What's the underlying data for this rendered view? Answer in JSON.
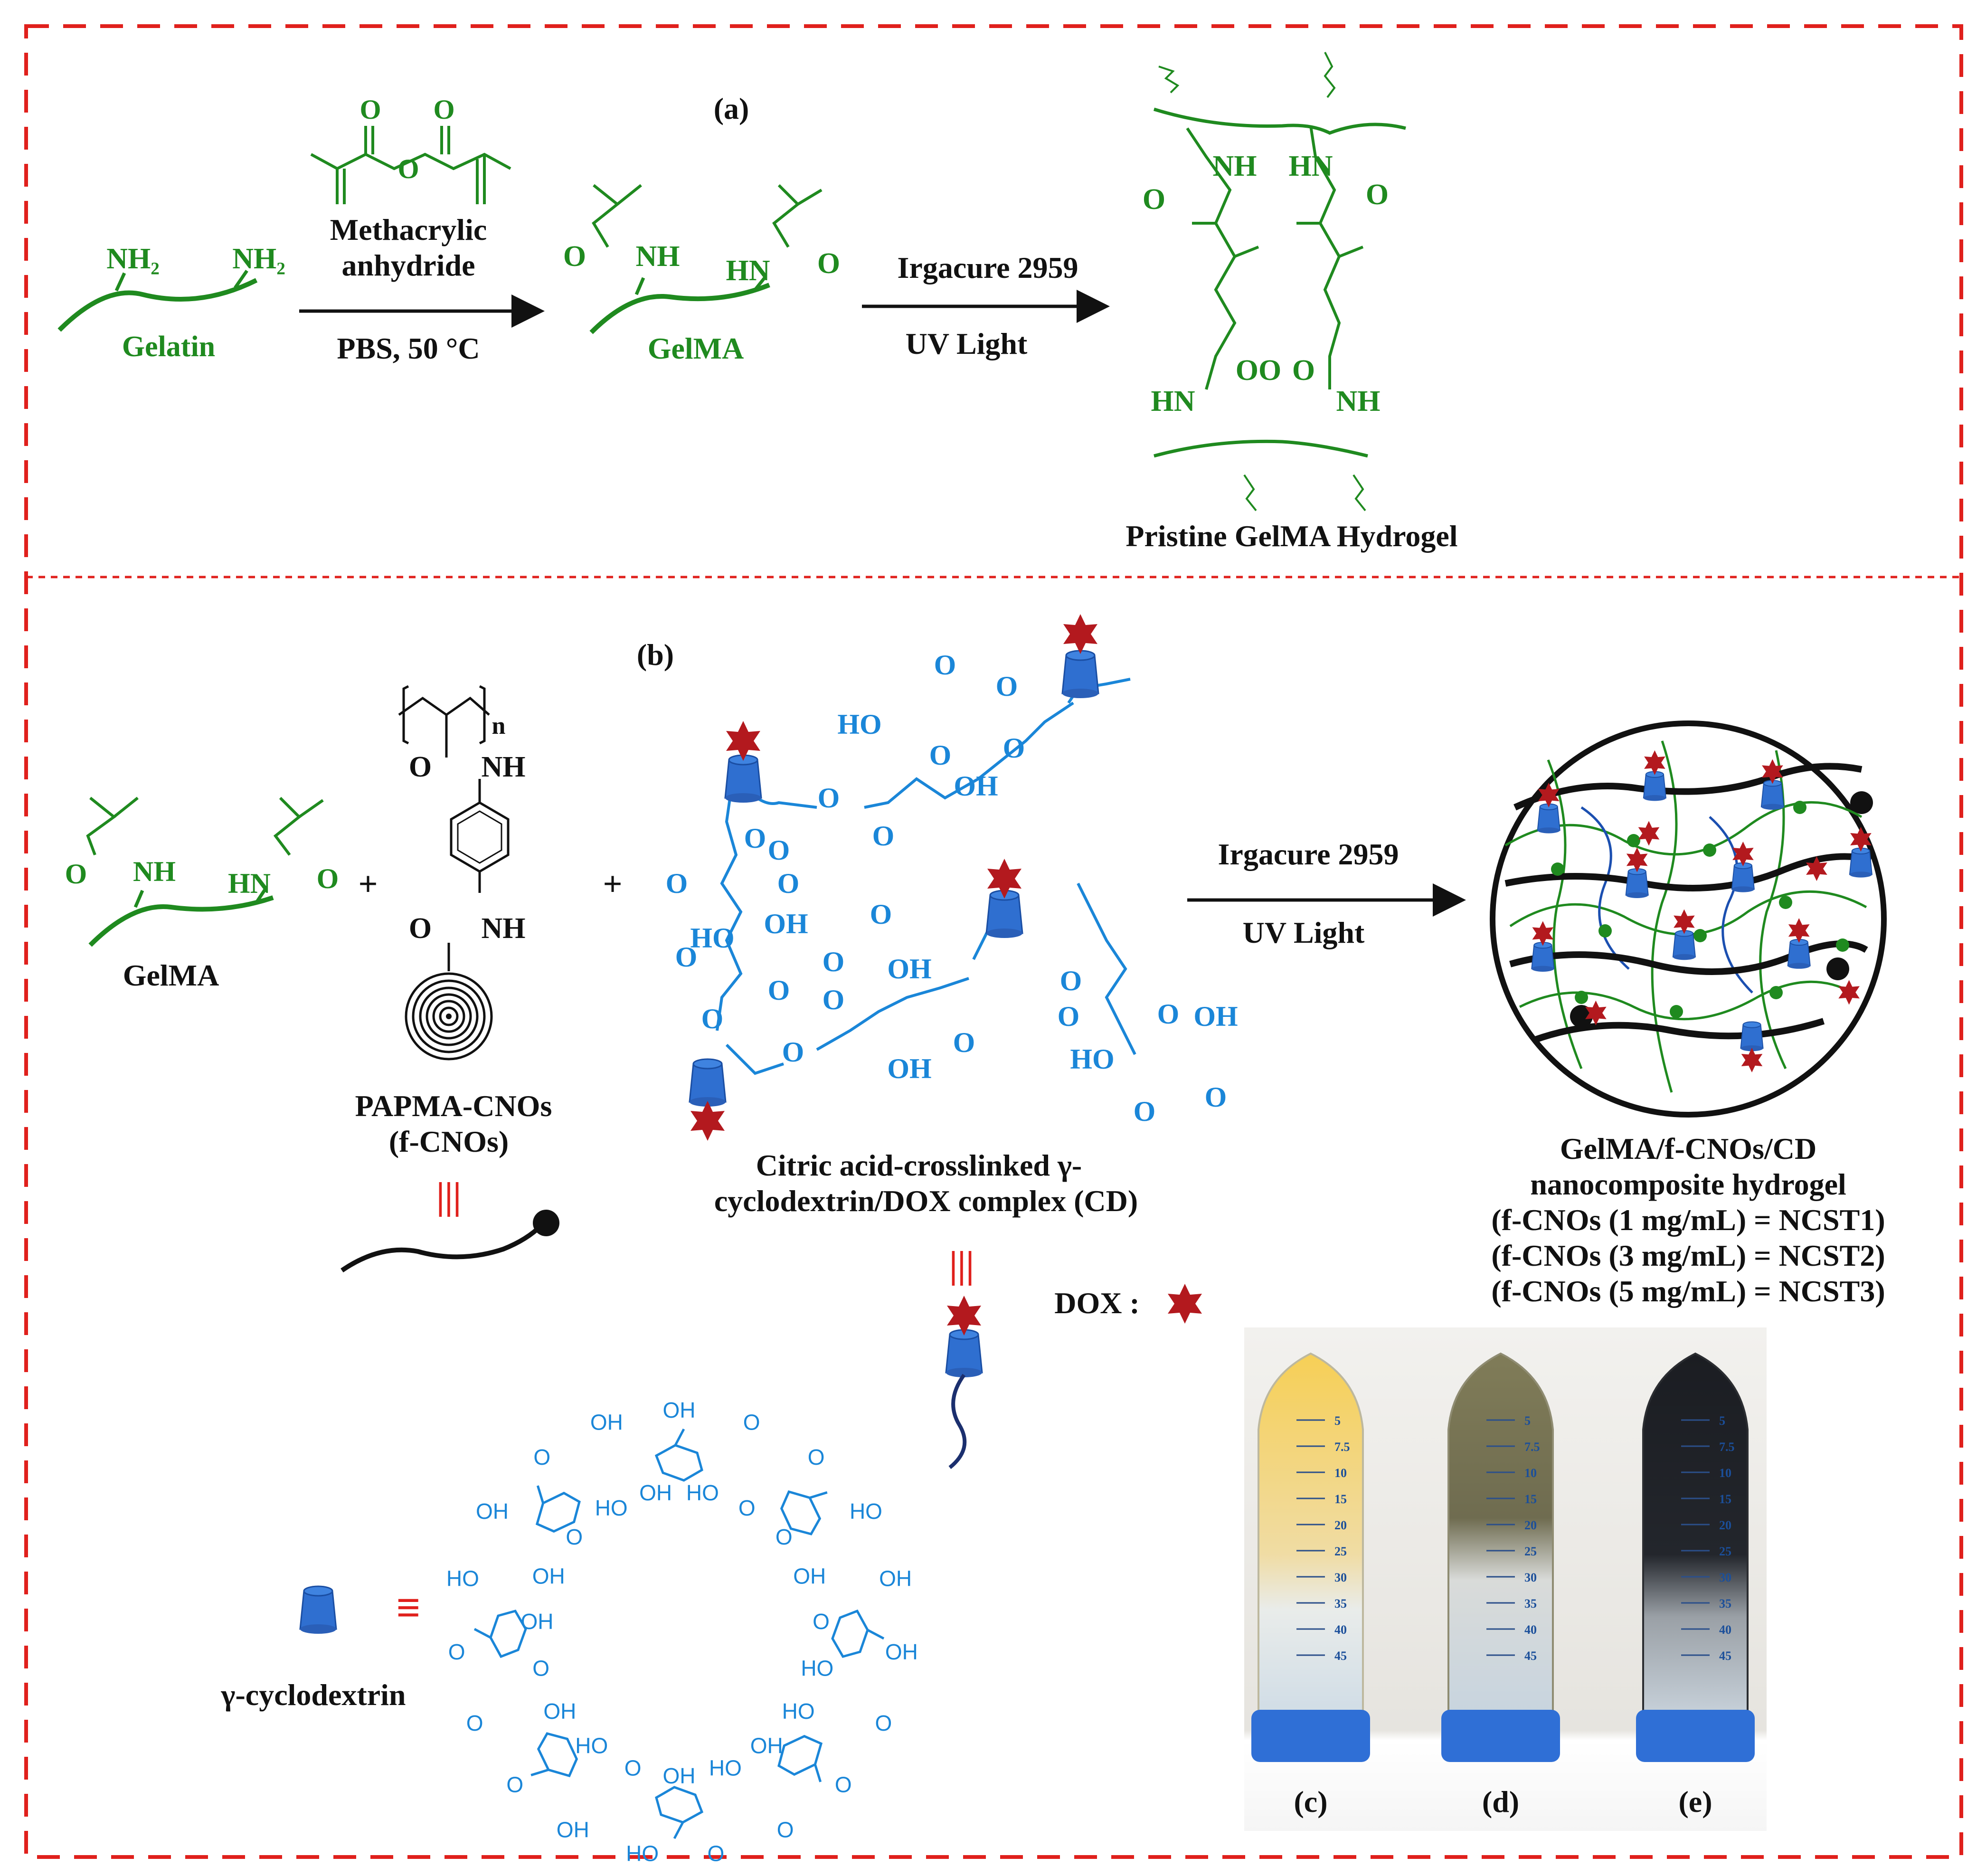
{
  "colors": {
    "frame": "#e0201c",
    "green": "#1f8a1f",
    "blue": "#1a86d8",
    "black": "#111111",
    "dox": "#b3191e",
    "cd": "#2f6fd0",
    "yellow_tube": "#f3c74a",
    "olive_tube": "#7d7a55",
    "dark_tube": "#1d1f24",
    "cap": "#2f6fd6"
  },
  "panel_a": {
    "label": "(a)",
    "gelatin": {
      "name": "Gelatin",
      "nh2_left": "NH₂",
      "nh2_right": "NH₂"
    },
    "reagent": {
      "line1": "Methacrylic",
      "line2": "anhydride",
      "conditions": "PBS, 50 °C"
    },
    "gelma": {
      "name": "GelMA",
      "o_left": "O",
      "nh_left": "NH",
      "hn_right": "HN",
      "o_right": "O"
    },
    "step2": {
      "initiator": "Irgacure 2959",
      "light": "UV Light"
    },
    "hydrogel": {
      "nh_tl": "NH",
      "hn_tr": "HN",
      "o_l1": "O",
      "o_r1": "O",
      "oo_center": "OO",
      "o_center_left": "O",
      "hn_bl": "HN",
      "nh_br": "NH",
      "caption": "Pristine GelMA Hydrogel"
    }
  },
  "panel_b": {
    "label": "(b)",
    "gelma": {
      "name": "GelMA",
      "o_left": "O",
      "nh_left": "NH",
      "hn_right": "HN",
      "o_right": "O"
    },
    "plus1": "+",
    "plus2": "+",
    "papma": {
      "n": "n",
      "o1": "O",
      "nh1": "NH",
      "nh2": "NH",
      "o2": "O",
      "caption1": "PAPMA-CNOs",
      "caption2": "(f-CNOs)",
      "equiv": "|||"
    },
    "cd_complex": {
      "labels": [
        "O",
        "O",
        "O",
        "HO",
        "O",
        "O",
        "OH",
        "O",
        "O",
        "O",
        "O",
        "O",
        "OH",
        "O",
        "HO",
        "O",
        "O",
        "O",
        "O",
        "O",
        "O",
        "OH",
        "O",
        "O",
        "OH",
        "O",
        "O",
        "OH",
        "HO",
        "O",
        "O"
      ],
      "caption1": "Citric acid-crosslinked γ-",
      "caption2": "cyclodextrin/DOX complex (CD)",
      "equiv": "|||"
    },
    "dox_legend": {
      "label": "DOX :"
    },
    "step": {
      "initiator": "Irgacure 2959",
      "light": "UV Light"
    },
    "nanocomposite": {
      "line1": "GelMA/f-CNOs/CD",
      "line2": "nanocomposite hydrogel",
      "line3": "(f-CNOs (1 mg/mL) = NCST1)",
      "line4": "(f-CNOs (3 mg/mL) = NCST2)",
      "line5": "(f-CNOs (5 mg/mL) = NCST3)"
    },
    "gamma_cd": {
      "legend_label": "γ-cyclodextrin",
      "equiv": "≡",
      "oh_labels": [
        "OH",
        "HO",
        "O",
        "O",
        "O",
        "O",
        "HO",
        "OH",
        "OH",
        "O",
        "OH",
        "HO",
        "O",
        "HO",
        "O",
        "OH",
        "O",
        "HO",
        "O",
        "OH",
        "HO",
        "O",
        "OH",
        "HO",
        "O",
        "OH",
        "O",
        "O",
        "O",
        "OH",
        "HO",
        "OH",
        "OH",
        "O",
        "O",
        "HO",
        "OH",
        "OH"
      ]
    },
    "photo": {
      "tube_labels": [
        "(c)",
        "(d)",
        "(e)"
      ],
      "scale": [
        "5",
        "7.5",
        "10",
        "15",
        "20",
        "25",
        "30",
        "35",
        "40",
        "45"
      ]
    }
  }
}
